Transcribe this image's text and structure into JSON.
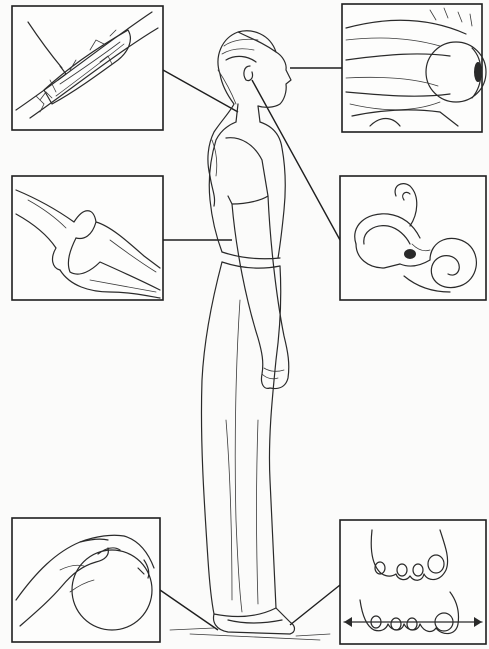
{
  "figure": {
    "subject": "standing-woman-sensory-anatomy",
    "ink_color": "#2a2a2a",
    "paper_color": "#fbfbfa",
    "panels": [
      {
        "id": "muscle-spindle",
        "icon": "muscle-fiber-icon"
      },
      {
        "id": "eye-muscles",
        "icon": "eye-icon"
      },
      {
        "id": "joint",
        "icon": "joint-icon"
      },
      {
        "id": "inner-ear",
        "icon": "cochlea-icon"
      },
      {
        "id": "hand-touch",
        "icon": "hand-icon"
      },
      {
        "id": "feet",
        "icon": "foot-icon"
      }
    ]
  }
}
